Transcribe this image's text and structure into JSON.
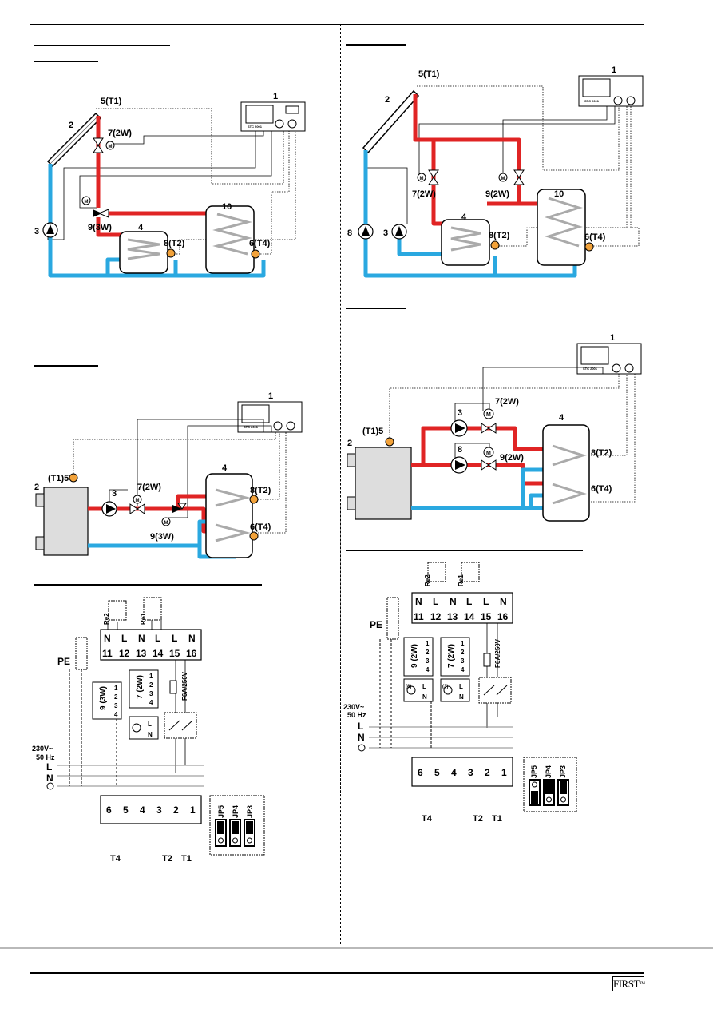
{
  "labels": {
    "controller": "1",
    "collector": "2",
    "pump3": "3",
    "pump8": "8",
    "buffer4": "4",
    "buffer10": "10",
    "sensor5": "5(T1)",
    "sensor5_boiler": "(T1)5",
    "sensor6": "6(T4)",
    "sensor8": "8(T2)",
    "valve7": "7(2W)",
    "valve9_3w": "9(3W)",
    "valve9_2w": "9(2W)",
    "motor": "M"
  },
  "wiring": {
    "relay1": "Re1",
    "relay2": "Re2",
    "terminals_top": [
      "N",
      "L",
      "N",
      "L",
      "L",
      "N"
    ],
    "terminal_numbers_top": [
      "11",
      "12",
      "13",
      "14",
      "15",
      "16"
    ],
    "terminals_bottom": [
      "6",
      "5",
      "4",
      "3",
      "2",
      "1"
    ],
    "jumpers": [
      "JP5",
      "JP4",
      "JP3"
    ],
    "pe": "PE",
    "supply": "230V~",
    "freq": "50 Hz",
    "line_l": "L",
    "line_n": "N",
    "fuse": "F6A/250V",
    "v9_3w": "9 (3W)",
    "v9_2w": "9 (2W)",
    "v7_2w": "7 (2W)",
    "pins": [
      "1",
      "2",
      "3",
      "4"
    ],
    "ln": [
      "L",
      "N"
    ],
    "pump_tag_3": "(3)",
    "pump_tag_8": "(8)",
    "sensor_tags": [
      "T4",
      "T2",
      "T1"
    ]
  },
  "controller_screen": {
    "model": "STC 2001"
  },
  "footer": {
    "logo": "FIRST",
    "logo_mark": "TM"
  }
}
